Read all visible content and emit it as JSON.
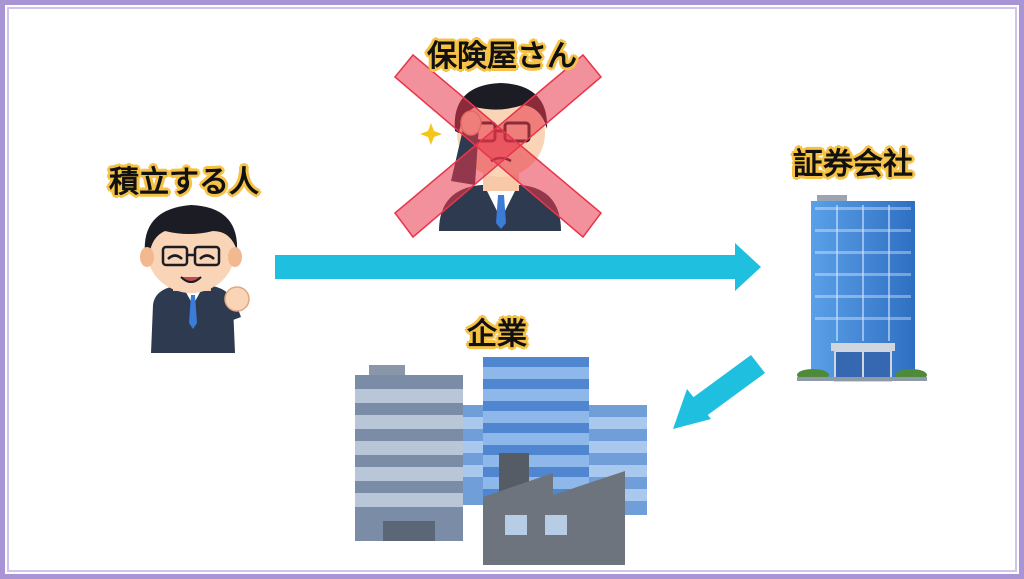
{
  "labels": {
    "saver": "積立する人",
    "insurance": "保険屋さん",
    "securities": "証券会社",
    "company": "企業"
  },
  "colors": {
    "arrow": "#1fbfe0",
    "cross": "#e8364a",
    "label_outline": "#f6c246",
    "frame": "#a995d6",
    "building_blue": "#3a7ed3"
  },
  "icons": [
    "saver-person-icon",
    "insurance-agent-icon",
    "office-building-icon",
    "company-buildings-icon",
    "factory-icon",
    "cross-mark-icon"
  ]
}
